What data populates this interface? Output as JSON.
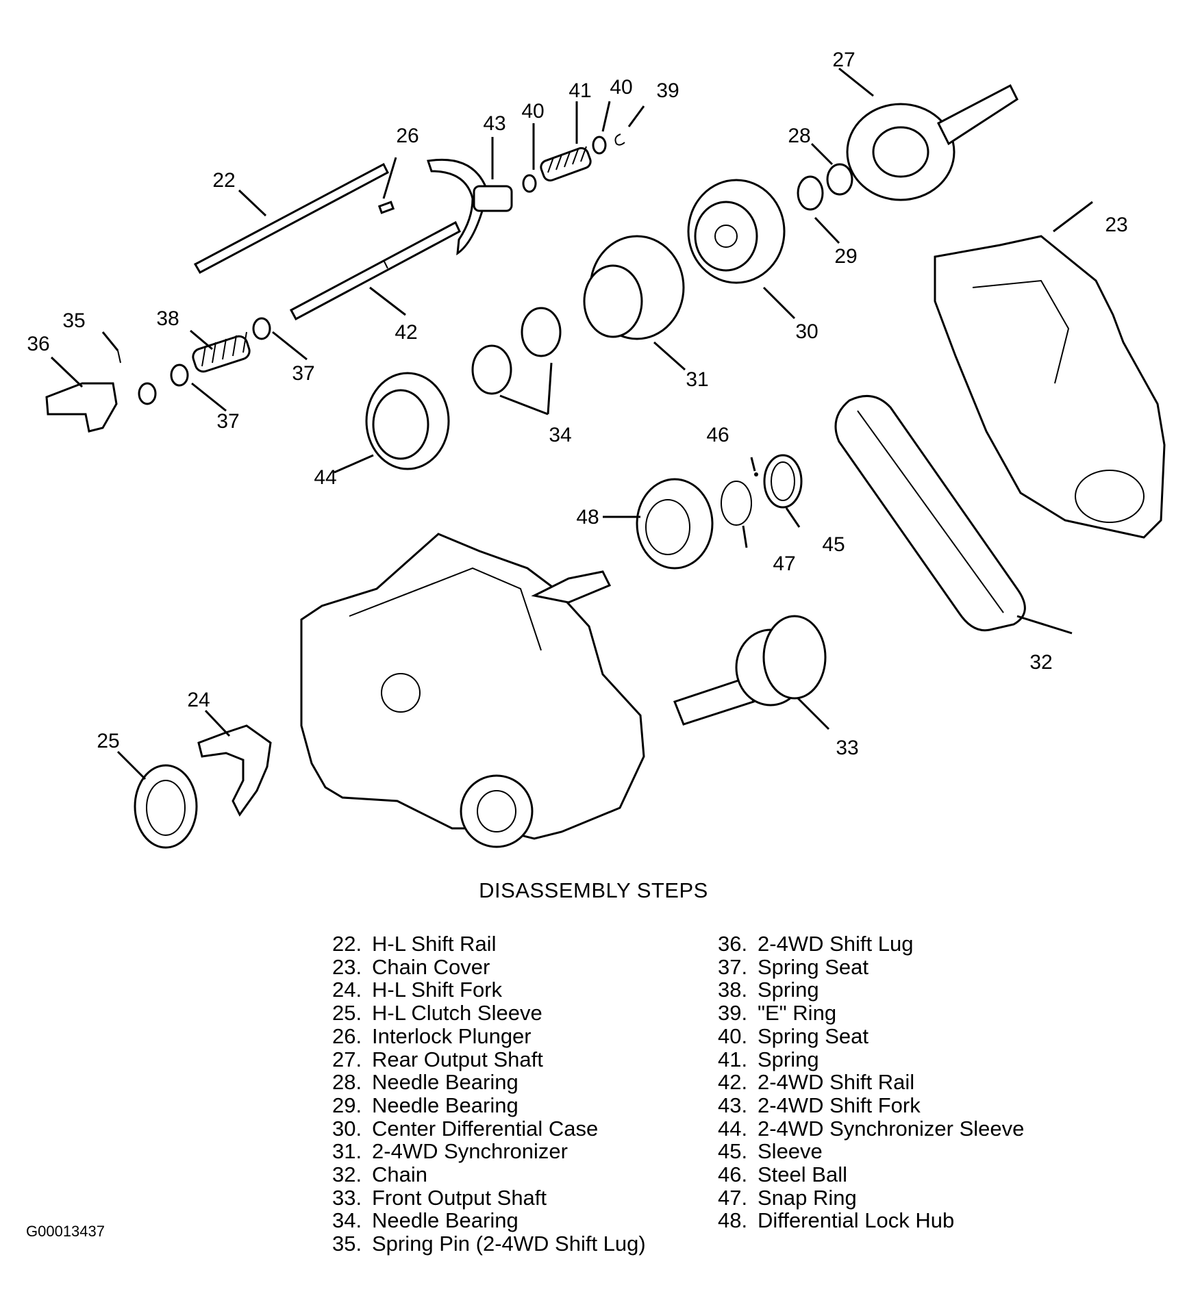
{
  "figure_id": "G00013437",
  "steps_title": "DISASSEMBLY STEPS",
  "steps_left": [
    {
      "num": "22.",
      "label": "H-L Shift Rail"
    },
    {
      "num": "23.",
      "label": "Chain Cover"
    },
    {
      "num": "24.",
      "label": "H-L Shift Fork"
    },
    {
      "num": "25.",
      "label": "H-L Clutch Sleeve"
    },
    {
      "num": "26.",
      "label": "Interlock Plunger"
    },
    {
      "num": "27.",
      "label": "Rear Output Shaft"
    },
    {
      "num": "28.",
      "label": "Needle Bearing"
    },
    {
      "num": "29.",
      "label": "Needle Bearing"
    },
    {
      "num": "30.",
      "label": "Center Differential Case"
    },
    {
      "num": "31.",
      "label": "2-4WD Synchronizer"
    },
    {
      "num": "32.",
      "label": "Chain"
    },
    {
      "num": "33.",
      "label": "Front Output Shaft"
    },
    {
      "num": "34.",
      "label": "Needle Bearing"
    },
    {
      "num": "35.",
      "label": "Spring Pin (2-4WD Shift Lug)"
    }
  ],
  "steps_right": [
    {
      "num": "36.",
      "label": "2-4WD Shift Lug"
    },
    {
      "num": "37.",
      "label": "Spring Seat"
    },
    {
      "num": "38.",
      "label": "Spring"
    },
    {
      "num": "39.",
      "label": "\"E\" Ring"
    },
    {
      "num": "40.",
      "label": "Spring Seat"
    },
    {
      "num": "41.",
      "label": "Spring"
    },
    {
      "num": "42.",
      "label": "2-4WD Shift Rail"
    },
    {
      "num": "43.",
      "label": "2-4WD Shift Fork"
    },
    {
      "num": "44.",
      "label": "2-4WD Synchronizer Sleeve"
    },
    {
      "num": "45.",
      "label": "Sleeve"
    },
    {
      "num": "46.",
      "label": "Steel Ball"
    },
    {
      "num": "47.",
      "label": "Snap Ring"
    },
    {
      "num": "48.",
      "label": "Differential Lock Hub"
    }
  ],
  "callouts": {
    "c22": "22",
    "c23": "23",
    "c24": "24",
    "c25": "25",
    "c26": "26",
    "c27": "27",
    "c28": "28",
    "c29": "29",
    "c30": "30",
    "c31": "31",
    "c32": "32",
    "c33": "33",
    "c34": "34",
    "c35": "35",
    "c36": "36",
    "c37a": "37",
    "c37b": "37",
    "c38": "38",
    "c39": "39",
    "c40a": "40",
    "c40b": "40",
    "c41": "41",
    "c42": "42",
    "c43": "43",
    "c44": "44",
    "c45": "45",
    "c46": "46",
    "c47": "47",
    "c48": "48"
  }
}
